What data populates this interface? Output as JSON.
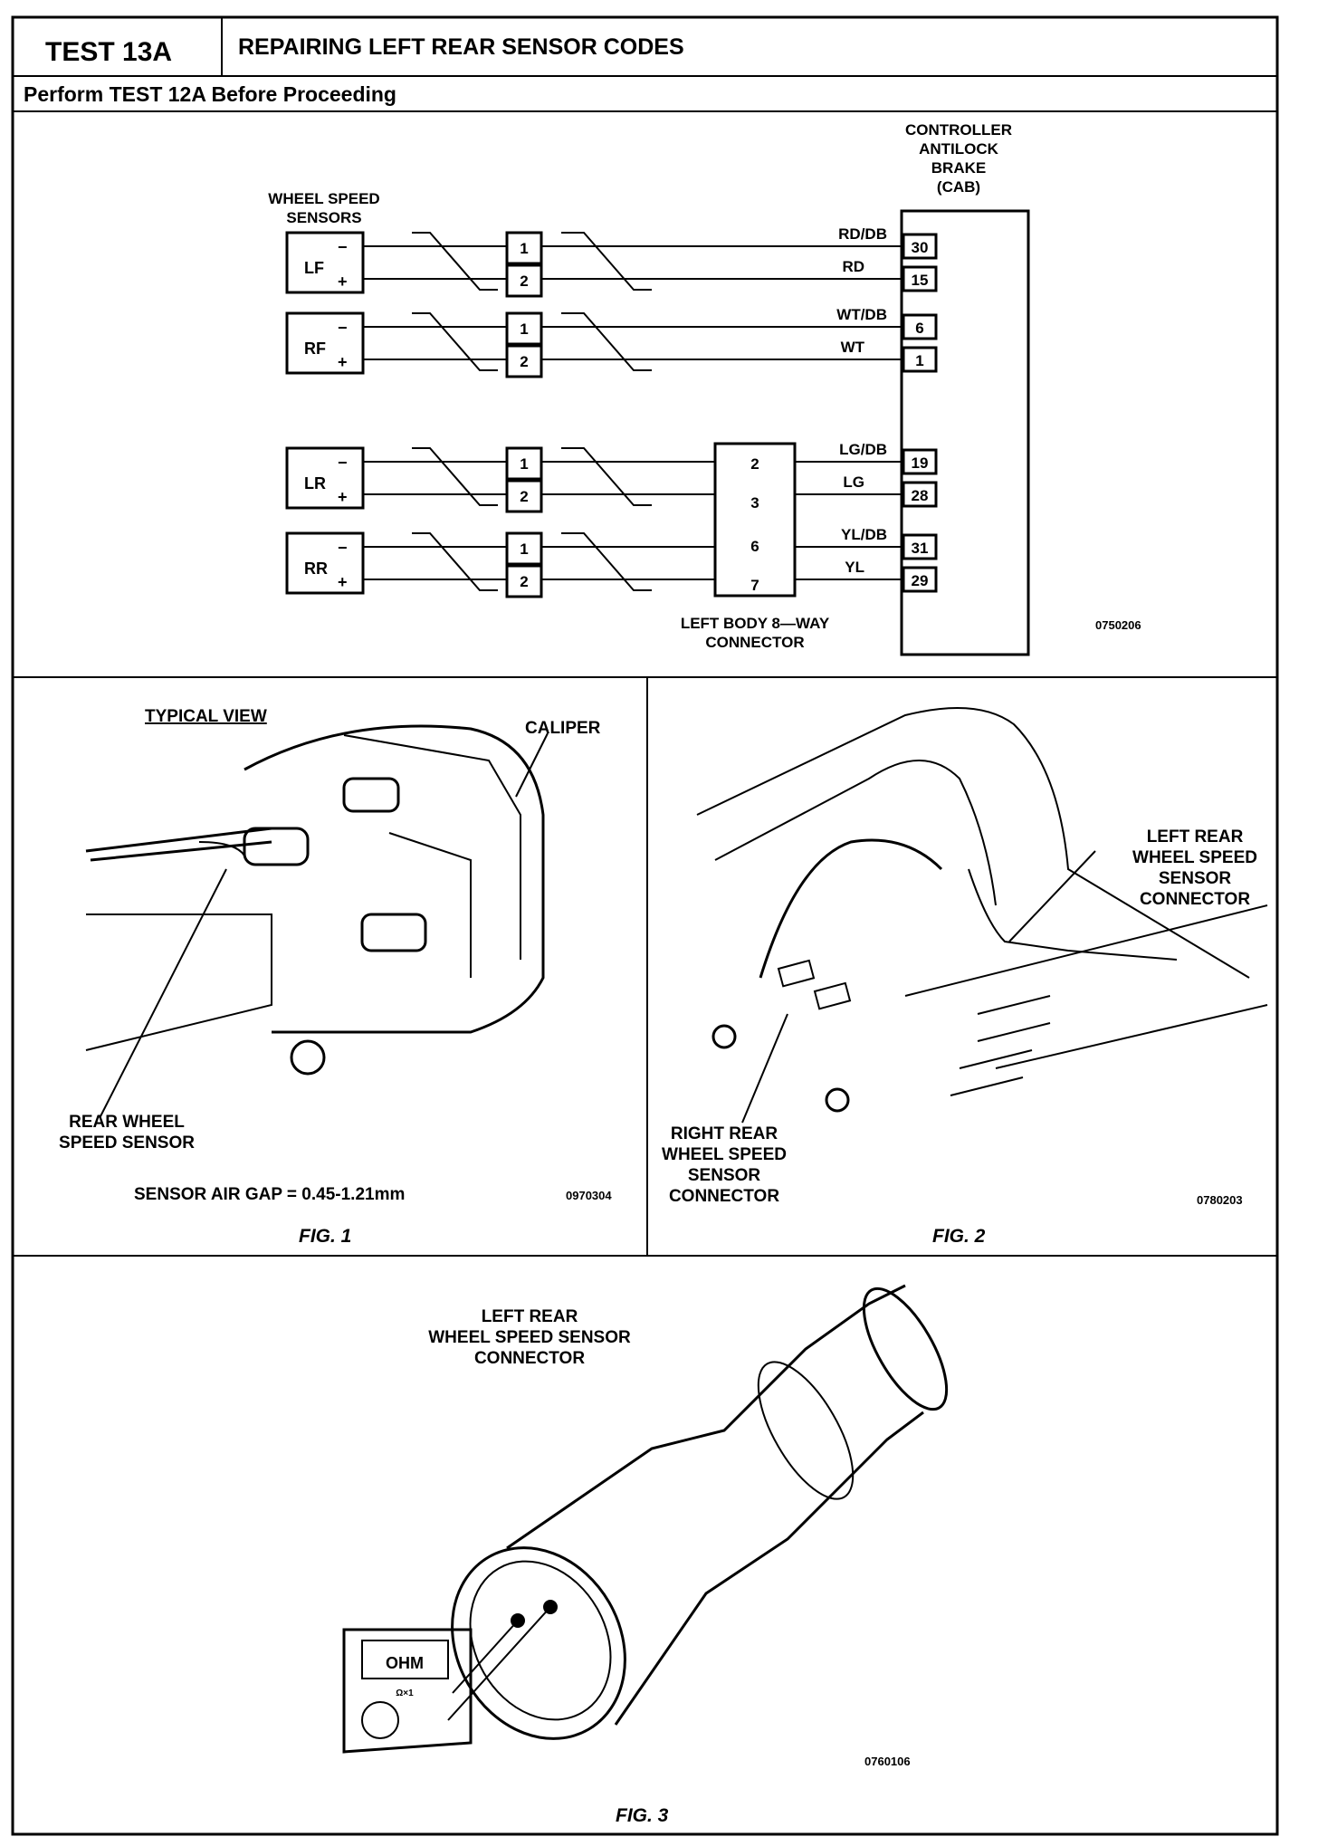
{
  "header": {
    "test_id": "TEST 13A",
    "title": "REPAIRING LEFT REAR SENSOR CODES",
    "subtitle": "Perform TEST 12A Before Proceeding"
  },
  "schematic": {
    "controller_label": [
      "CONTROLLER",
      "ANTILOCK",
      "BRAKE",
      "(CAB)"
    ],
    "sensors_label": [
      "WHEEL  SPEED",
      "SENSORS"
    ],
    "minus": "−",
    "plus": "+",
    "sensors": [
      {
        "name": "LF",
        "pin1": "1",
        "pin2": "2",
        "wire1": "RD/DB",
        "wire2": "RD",
        "cab1": "30",
        "cab2": "15"
      },
      {
        "name": "RF",
        "pin1": "1",
        "pin2": "2",
        "wire1": "WT/DB",
        "wire2": "WT",
        "cab1": "6",
        "cab2": "1"
      },
      {
        "name": "LR",
        "pin1": "1",
        "pin2": "2",
        "wire1": "LG/DB",
        "wire2": "LG",
        "cab1": "19",
        "cab2": "28",
        "body1": "2",
        "body2": "3"
      },
      {
        "name": "RR",
        "pin1": "1",
        "pin2": "2",
        "wire1": "YL/DB",
        "wire2": "YL",
        "cab1": "31",
        "cab2": "29",
        "body1": "6",
        "body2": "7"
      }
    ],
    "body_connector_label": [
      "LEFT  BODY  8—WAY",
      "CONNECTOR"
    ],
    "figure_code": "0750206"
  },
  "fig1": {
    "typical_view": "TYPICAL VIEW",
    "caliper": "CALIPER",
    "rear_sensor": [
      "REAR WHEEL",
      "SPEED SENSOR"
    ],
    "air_gap": "SENSOR AIR GAP  = 0.45-1.21mm",
    "code": "0970304",
    "caption": "FIG. 1"
  },
  "fig2": {
    "left_rear": [
      "LEFT REAR",
      "WHEEL SPEED",
      "SENSOR",
      "CONNECTOR"
    ],
    "right_rear": [
      "RIGHT REAR",
      "WHEEL SPEED",
      "SENSOR",
      "CONNECTOR"
    ],
    "code": "0780203",
    "caption": "FIG. 2"
  },
  "fig3": {
    "connector_label": [
      "LEFT REAR",
      "WHEEL SPEED SENSOR",
      "CONNECTOR"
    ],
    "meter_display": "OHM",
    "meter_range": "Ω×1",
    "code": "0760106",
    "caption": "FIG. 3"
  }
}
